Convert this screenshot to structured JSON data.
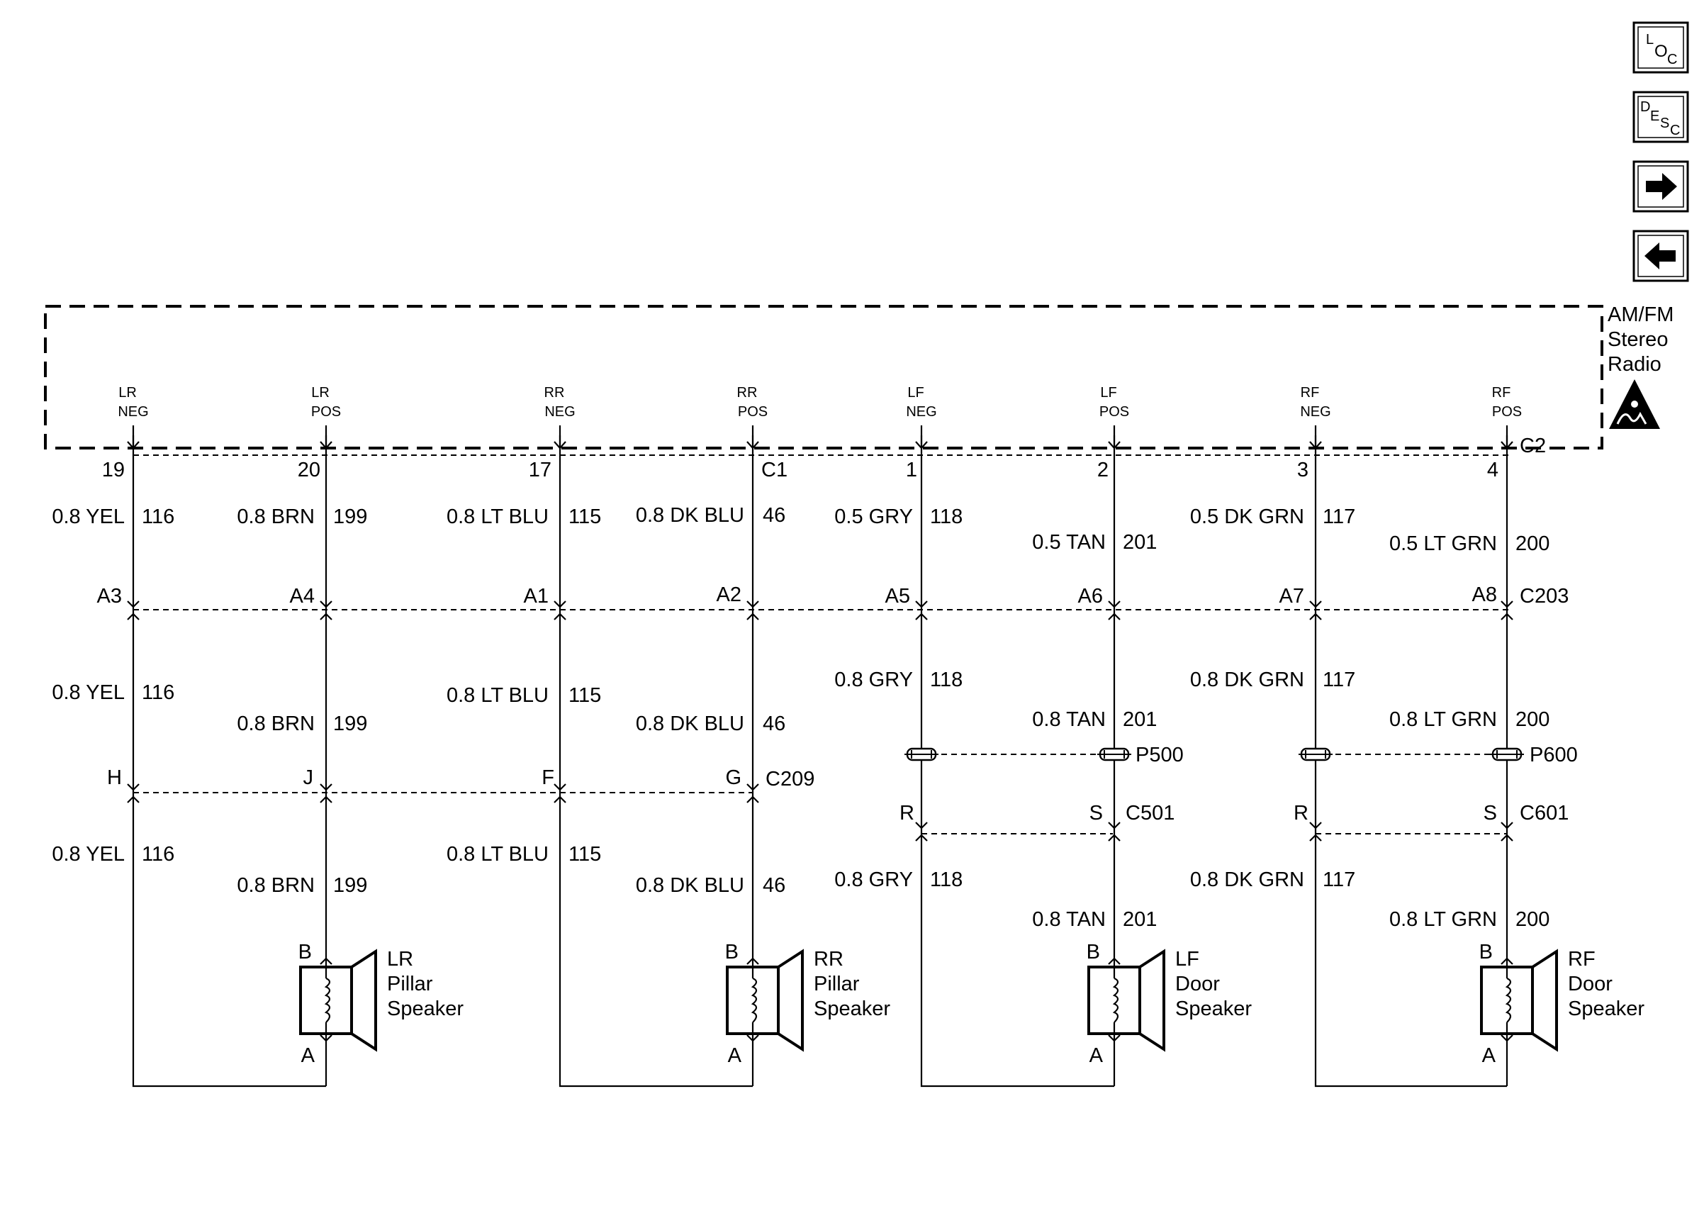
{
  "nav": {
    "loc": {
      "l1": "L",
      "l2": "O",
      "l3": "C"
    },
    "desc": {
      "l1": "D",
      "l2": "E",
      "l3": "S",
      "l4": "C"
    },
    "forward_icon": "arrow-right-icon",
    "back_icon": "arrow-left-icon"
  },
  "module": {
    "name_line1": "AM/FM",
    "name_line2": "Stereo",
    "name_line3": "Radio",
    "esd_icon": "esd-warning-icon"
  },
  "circuits": [
    {
      "id": "lr-neg",
      "term_line1": "LR",
      "term_line2": "NEG",
      "pin": "19",
      "seg1": {
        "wire": "0.8 YEL",
        "circ": "116"
      },
      "c203_pin": "A3",
      "seg2": {
        "wire": "0.8 YEL",
        "circ": "116"
      },
      "mid_pin": "H",
      "seg3": {
        "wire": "0.8 YEL",
        "circ": "116"
      }
    },
    {
      "id": "lr-pos",
      "term_line1": "LR",
      "term_line2": "POS",
      "pin": "20",
      "seg1": {
        "wire": "0.8 BRN",
        "circ": "199"
      },
      "c203_pin": "A4",
      "seg2": {
        "wire": "0.8 BRN",
        "circ": "199"
      },
      "mid_pin": "J",
      "seg3": {
        "wire": "0.8 BRN",
        "circ": "199"
      }
    },
    {
      "id": "rr-neg",
      "term_line1": "RR",
      "term_line2": "NEG",
      "pin": "17",
      "seg1": {
        "wire": "0.8 LT BLU",
        "circ": "115"
      },
      "c203_pin": "A1",
      "seg2": {
        "wire": "0.8 LT BLU",
        "circ": "115"
      },
      "mid_pin": "F",
      "seg3": {
        "wire": "0.8 LT BLU",
        "circ": "115"
      }
    },
    {
      "id": "rr-pos",
      "term_line1": "RR",
      "term_line2": "POS",
      "pin": "C1",
      "seg1": {
        "wire": "0.8 DK BLU",
        "circ": "46"
      },
      "c203_pin": "A2",
      "seg2": {
        "wire": "0.8 DK BLU",
        "circ": "46"
      },
      "mid_pin": "G",
      "seg3": {
        "wire": "0.8 DK BLU",
        "circ": "46"
      }
    },
    {
      "id": "lf-neg",
      "term_line1": "LF",
      "term_line2": "NEG",
      "pin": "1",
      "seg1": {
        "wire": "0.5 GRY",
        "circ": "118"
      },
      "c203_pin": "A5",
      "seg2": {
        "wire": "0.8 GRY",
        "circ": "118"
      },
      "mid_pin": "R",
      "seg3": {
        "wire": "0.8 GRY",
        "circ": "118"
      }
    },
    {
      "id": "lf-pos",
      "term_line1": "LF",
      "term_line2": "POS",
      "pin": "2",
      "seg1": {
        "wire": "0.5 TAN",
        "circ": "201"
      },
      "c203_pin": "A6",
      "seg2": {
        "wire": "0.8 TAN",
        "circ": "201"
      },
      "mid_pin": "S",
      "seg3": {
        "wire": "0.8 TAN",
        "circ": "201"
      }
    },
    {
      "id": "rf-neg",
      "term_line1": "RF",
      "term_line2": "NEG",
      "pin": "3",
      "seg1": {
        "wire": "0.5 DK GRN",
        "circ": "117"
      },
      "c203_pin": "A7",
      "seg2": {
        "wire": "0.8 DK GRN",
        "circ": "117"
      },
      "mid_pin": "R",
      "seg3": {
        "wire": "0.8 DK GRN",
        "circ": "117"
      }
    },
    {
      "id": "rf-pos",
      "term_line1": "RF",
      "term_line2": "POS",
      "pin": "4",
      "seg1": {
        "wire": "0.5 LT GRN",
        "circ": "200"
      },
      "c203_pin": "A8",
      "seg2": {
        "wire": "0.8 LT GRN",
        "circ": "200"
      },
      "mid_pin": "S",
      "seg3": {
        "wire": "0.8 LT GRN",
        "circ": "200"
      }
    }
  ],
  "connectors": {
    "radio_c2": "C2",
    "c203": "C203",
    "c209": "C209",
    "p500": "P500",
    "p600": "P600",
    "c501": "C501",
    "c601": "C601"
  },
  "speakers": [
    {
      "id": "lr",
      "line1": "LR",
      "line2": "Pillar",
      "line3": "Speaker",
      "pin_b": "B",
      "pin_a": "A",
      "plus": "+",
      "minus": "−",
      "icon": "speaker-icon"
    },
    {
      "id": "rr",
      "line1": "RR",
      "line2": "Pillar",
      "line3": "Speaker",
      "pin_b": "B",
      "pin_a": "A",
      "plus": "+",
      "minus": "−",
      "icon": "speaker-icon"
    },
    {
      "id": "lf",
      "line1": "LF",
      "line2": "Door",
      "line3": "Speaker",
      "pin_b": "B",
      "pin_a": "A",
      "plus": "+",
      "minus": "−",
      "icon": "speaker-icon"
    },
    {
      "id": "rf",
      "line1": "RF",
      "line2": "Door",
      "line3": "Speaker",
      "pin_b": "B",
      "pin_a": "A",
      "plus": "+",
      "minus": "−",
      "icon": "speaker-icon"
    }
  ]
}
